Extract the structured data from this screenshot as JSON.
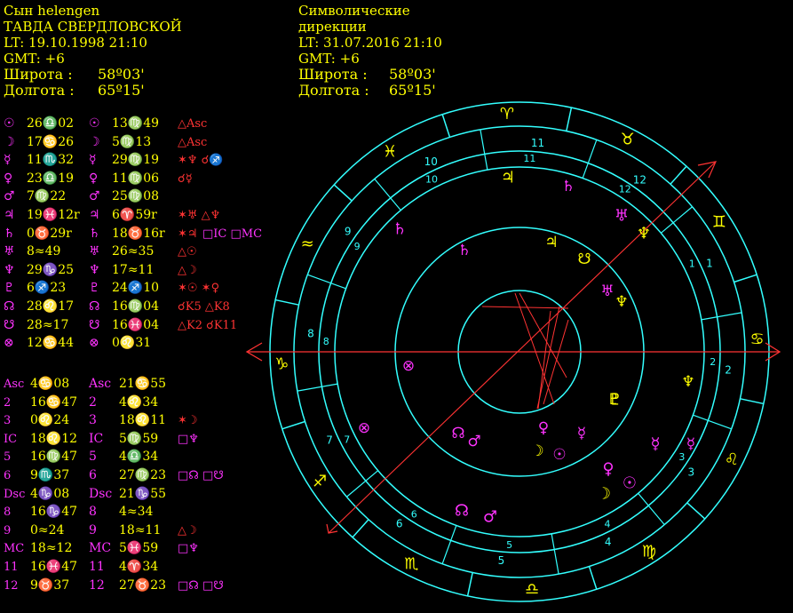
{
  "natal": {
    "name": "Сын helengen",
    "place": "ТАВДА СВЕРДЛОВСКОЙ",
    "lt": "LT: 19.10.1998  21:10",
    "gmt": "GMT: +6",
    "lat_label": "Широта :",
    "lat_value": "58º03'",
    "lon_label": "Долгота :",
    "lon_value": "65º15'"
  },
  "directions": {
    "title_line1": "Символические",
    "title_line2": "дирекции",
    "lt": "LT: 31.07.2016  21:10",
    "gmt": "GMT: +6",
    "lat_label": "Широта :",
    "lat_value": "58º03'",
    "lon_label": "Долгота :",
    "lon_value": "65º15'"
  },
  "planets": [
    {
      "g1": "☉",
      "n": "26♎02",
      "g2": "☉",
      "d": "13♍49",
      "a": [
        {
          "t": "△Asc",
          "c": "r"
        }
      ]
    },
    {
      "g1": "☽",
      "n": "17♋26",
      "g2": "☽",
      "d": "5♍13",
      "a": [
        {
          "t": "△Asc",
          "c": "r"
        }
      ]
    },
    {
      "g1": "☿",
      "n": "11♏32",
      "g2": "☿",
      "d": "29♍19",
      "a": [
        {
          "t": "✶♆ ☌♐",
          "c": "r"
        }
      ]
    },
    {
      "g1": "♀",
      "n": "23♎19",
      "g2": "♀",
      "d": "11♍06",
      "a": [
        {
          "t": "☌☿",
          "c": "r"
        }
      ]
    },
    {
      "g1": "♂",
      "n": "7♍22",
      "g2": "♂",
      "d": "25♍08",
      "a": []
    },
    {
      "g1": "♃",
      "n": "19♓12r",
      "g2": "♃",
      "d": "6♈59r",
      "a": [
        {
          "t": "✶♅ △♆",
          "c": "r"
        }
      ]
    },
    {
      "g1": "♄",
      "n": "0♉29r",
      "g2": "♄",
      "d": "18♉16r",
      "a": [
        {
          "t": "✶♃ ",
          "c": "r"
        },
        {
          "t": "□IC □MC",
          "c": "m"
        }
      ]
    },
    {
      "g1": "♅",
      "n": "8≈49",
      "g2": "♅",
      "d": "26≈35",
      "a": [
        {
          "t": "△☉",
          "c": "r"
        }
      ]
    },
    {
      "g1": "♆",
      "n": "29♑25",
      "g2": "♆",
      "d": "17≈11",
      "a": [
        {
          "t": "△☽",
          "c": "r"
        }
      ]
    },
    {
      "g1": "♇",
      "n": "6♐23",
      "g2": "♇",
      "d": "24♐10",
      "a": [
        {
          "t": "✶☉ ✶♀",
          "c": "r"
        }
      ]
    },
    {
      "g1": "☊",
      "n": "28♌17",
      "g2": "☊",
      "d": "16♍04",
      "a": [
        {
          "t": "☌K5 △K8",
          "c": "r"
        }
      ]
    },
    {
      "g1": "☋",
      "n": "28≈17",
      "g2": "☋",
      "d": "16♓04",
      "a": [
        {
          "t": "△K2 ☌K11",
          "c": "r"
        }
      ]
    },
    {
      "g1": "⊗",
      "n": "12♋44",
      "g2": "⊗",
      "d": "0♌31",
      "a": []
    }
  ],
  "houses": [
    {
      "k": "Asc",
      "n": "4♋08",
      "d": "21♋55",
      "a": []
    },
    {
      "k": "2",
      "n": "16♋47",
      "d": "4♌34",
      "a": []
    },
    {
      "k": "3",
      "n": "0♌24",
      "d": "18♌11",
      "a": [
        {
          "t": "✶☽",
          "c": "r"
        }
      ]
    },
    {
      "k": "IC",
      "n": "18♌12",
      "d": "5♍59",
      "a": [
        {
          "t": "□♆",
          "c": "m"
        }
      ]
    },
    {
      "k": "5",
      "n": "16♍47",
      "d": "4♎34",
      "a": []
    },
    {
      "k": "6",
      "n": "9♏37",
      "d": "27♍23",
      "a": [
        {
          "t": "□☊ □☋",
          "c": "m"
        }
      ]
    },
    {
      "k": "Dsc",
      "n": "4♑08",
      "d": "21♑55",
      "a": []
    },
    {
      "k": "8",
      "n": "16♑47",
      "d": "4≈34",
      "a": []
    },
    {
      "k": "9",
      "n": "0≈24",
      "d": "18≈11",
      "a": [
        {
          "t": "△☽",
          "c": "r"
        }
      ]
    },
    {
      "k": "MC",
      "n": "18≈12",
      "d": "5♓59",
      "a": [
        {
          "t": "□♆",
          "c": "m"
        }
      ]
    },
    {
      "k": "11",
      "n": "16♓47",
      "d": "4♈34",
      "a": []
    },
    {
      "k": "12",
      "n": "9♉37",
      "d": "27♉23",
      "a": [
        {
          "t": "□☊ □☋",
          "c": "m"
        }
      ]
    }
  ],
  "wheel": {
    "zodiac_signs": [
      "♈",
      "♓",
      "≈",
      "♑",
      "♐",
      "♏",
      "♎",
      "♍",
      "♌",
      "♋",
      "♊",
      "♉"
    ],
    "outer_house_numbers": [
      "10",
      "9",
      "8",
      "7",
      "6",
      "5",
      "4",
      "3",
      "2",
      "1",
      "12",
      "11"
    ],
    "inner_house_numbers": [
      "10",
      "9",
      "8",
      "7",
      "6",
      "5",
      "4",
      "3",
      "2",
      "1",
      "12",
      "11"
    ],
    "direction_planets": [
      {
        "g": "♃",
        "c": "y"
      },
      {
        "g": "♅",
        "c": "m"
      },
      {
        "g": "♆",
        "c": "y"
      },
      {
        "g": "♇",
        "c": "y"
      },
      {
        "g": "☿",
        "c": "m"
      },
      {
        "g": "♀",
        "c": "m"
      },
      {
        "g": "☽",
        "c": "y"
      },
      {
        "g": "☉",
        "c": "m"
      },
      {
        "g": "☊",
        "c": "m"
      },
      {
        "g": "♂",
        "c": "m"
      },
      {
        "g": "♄",
        "c": "m"
      },
      {
        "g": "♅",
        "c": "m"
      }
    ],
    "natal_planets": [
      {
        "g": "♄",
        "c": "m"
      },
      {
        "g": "♃",
        "c": "y"
      },
      {
        "g": "☋",
        "c": "y"
      },
      {
        "g": "♅",
        "c": "m"
      },
      {
        "g": "♆",
        "c": "y"
      },
      {
        "g": "♇",
        "c": "y"
      },
      {
        "g": "♀",
        "c": "m"
      },
      {
        "g": "☿",
        "c": "m"
      },
      {
        "g": "☽",
        "c": "y"
      },
      {
        "g": "☉",
        "c": "m"
      },
      {
        "g": "☊",
        "c": "m"
      },
      {
        "g": "♂",
        "c": "m"
      },
      {
        "g": "⊗",
        "c": "m"
      }
    ],
    "colors": {
      "ring": "#33ffff",
      "axis": "#ff3333",
      "zodiac": "#ffff00"
    }
  }
}
